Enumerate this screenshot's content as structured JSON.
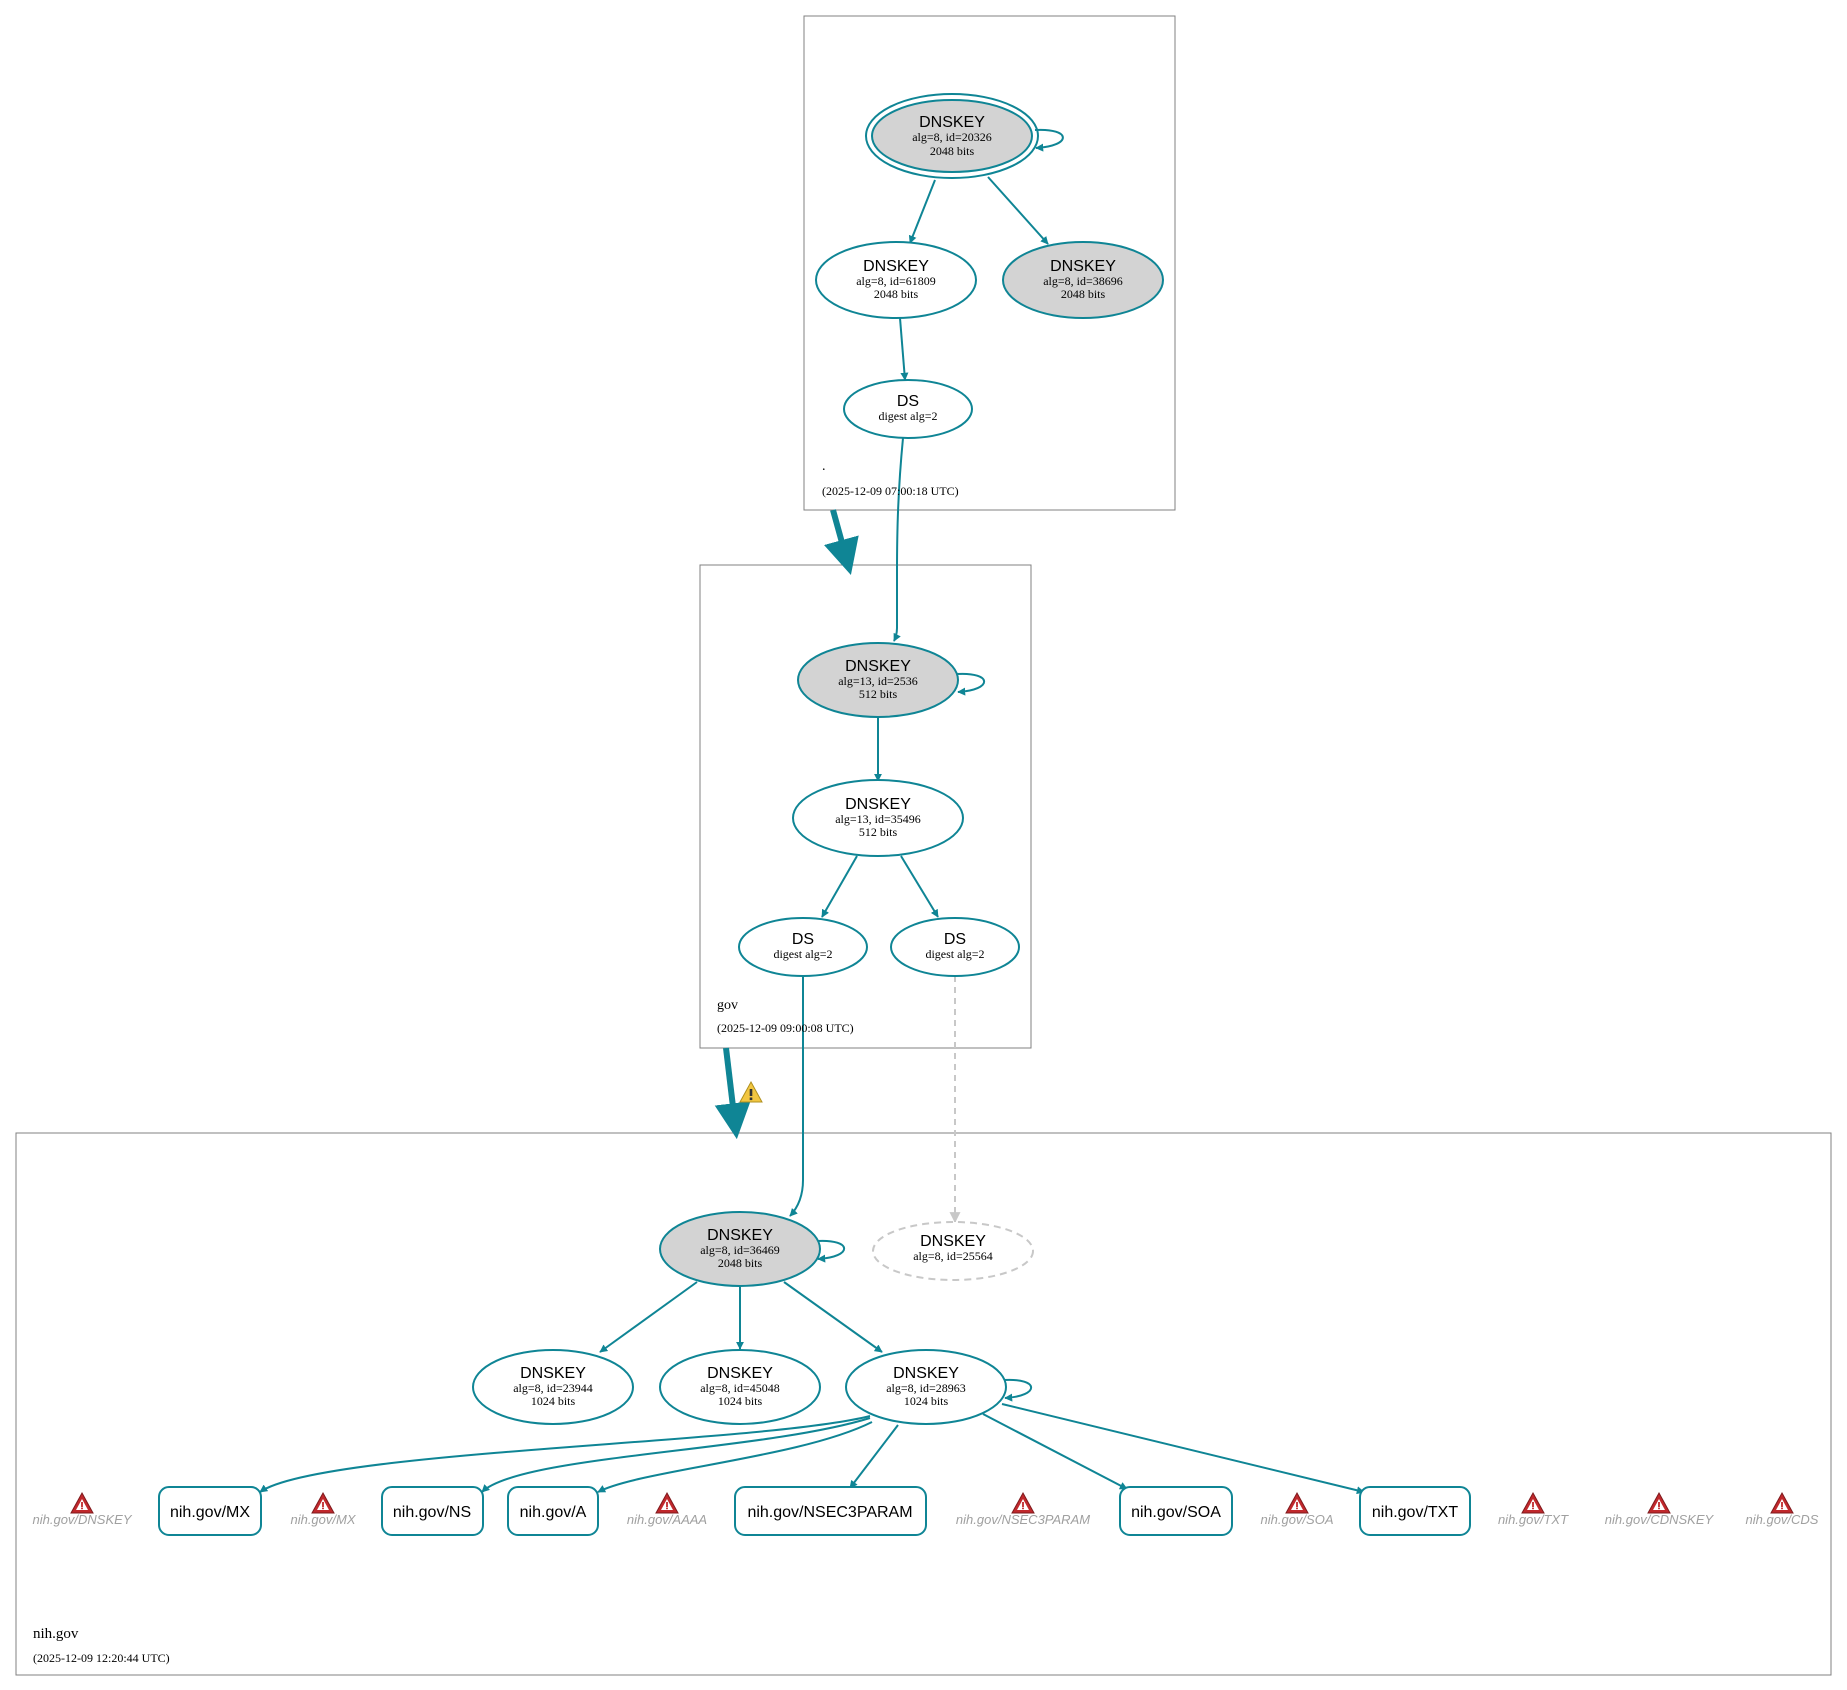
{
  "colors": {
    "accent": "#0f8595",
    "key_fill_grey": "#d3d3d3",
    "faded": "#c8c8c8",
    "faded_text": "#a0a0a0",
    "warning_yellow": "#f2c641",
    "error_red": "#c0282c",
    "zone_border": "#808080"
  },
  "zones": {
    "root": {
      "name": ".",
      "timestamp": "(2025-12-09 07:00:18 UTC)"
    },
    "gov": {
      "name": "gov",
      "timestamp": "(2025-12-09 09:00:08 UTC)"
    },
    "nih": {
      "name": "nih.gov",
      "timestamp": "(2025-12-09 12:20:44 UTC)"
    }
  },
  "nodes": {
    "root_ksk": {
      "title": "DNSKEY",
      "line1": "alg=8, id=20326",
      "line2": "2048 bits"
    },
    "root_zsk": {
      "title": "DNSKEY",
      "line1": "alg=8, id=61809",
      "line2": "2048 bits"
    },
    "root_key3": {
      "title": "DNSKEY",
      "line1": "alg=8, id=38696",
      "line2": "2048 bits"
    },
    "root_ds": {
      "title": "DS",
      "line1": "digest alg=2"
    },
    "gov_ksk": {
      "title": "DNSKEY",
      "line1": "alg=13, id=2536",
      "line2": "512 bits"
    },
    "gov_zsk": {
      "title": "DNSKEY",
      "line1": "alg=13, id=35496",
      "line2": "512 bits"
    },
    "gov_ds1": {
      "title": "DS",
      "line1": "digest alg=2"
    },
    "gov_ds2": {
      "title": "DS",
      "line1": "digest alg=2"
    },
    "nih_ksk": {
      "title": "DNSKEY",
      "line1": "alg=8, id=36469",
      "line2": "2048 bits"
    },
    "nih_missing": {
      "title": "DNSKEY",
      "line1": "alg=8, id=25564"
    },
    "nih_k1": {
      "title": "DNSKEY",
      "line1": "alg=8, id=23944",
      "line2": "1024 bits"
    },
    "nih_k2": {
      "title": "DNSKEY",
      "line1": "alg=8, id=45048",
      "line2": "1024 bits"
    },
    "nih_zsk": {
      "title": "DNSKEY",
      "line1": "alg=8, id=28963",
      "line2": "1024 bits"
    }
  },
  "rrsets": {
    "mx": "nih.gov/MX",
    "ns": "nih.gov/NS",
    "a": "nih.gov/A",
    "nsec3param": "nih.gov/NSEC3PARAM",
    "soa": "nih.gov/SOA",
    "txt": "nih.gov/TXT"
  },
  "error_labels": {
    "dnskey": "nih.gov/DNSKEY",
    "mx": "nih.gov/MX",
    "aaaa": "nih.gov/AAAA",
    "nsec3param": "nih.gov/NSEC3PARAM",
    "soa": "nih.gov/SOA",
    "txt": "nih.gov/TXT",
    "cdnskey": "nih.gov/CDNSKEY",
    "cds": "nih.gov/CDS"
  },
  "icons": {
    "warning": "warning-triangle-icon",
    "error": "error-triangle-icon"
  }
}
